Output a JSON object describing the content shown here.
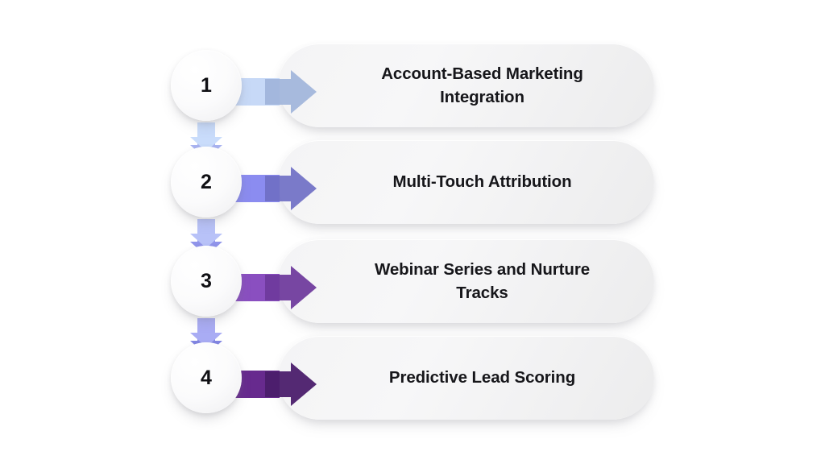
{
  "diagram": {
    "title": "Four-step vertical process flow",
    "background_color": "#ffffff",
    "card_text_color": "#16161a",
    "steps": [
      {
        "number": "1",
        "label": "Account-Based Marketing\nIntegration",
        "arrow_tail_color": "#c7d9f7",
        "arrow_head_color": "#9fb4da",
        "connector_front_color": "#c9dcfb",
        "connector_back_color": "#a9b3f0"
      },
      {
        "number": "2",
        "label": "Multi-Touch Attribution",
        "arrow_tail_color": "#8b8cf0",
        "arrow_head_color": "#6f6fc4",
        "connector_front_color": "#b8c2f8",
        "connector_back_color": "#9094ea"
      },
      {
        "number": "3",
        "label": "Webinar Series and Nurture\nTracks",
        "arrow_tail_color": "#8a4fc0",
        "arrow_head_color": "#6e3a9c",
        "connector_front_color": "#a9acf4",
        "connector_back_color": "#8286e2"
      },
      {
        "number": "4",
        "label": "Predictive Lead Scoring",
        "arrow_tail_color": "#672a8e",
        "arrow_head_color": "#4b1d6b",
        "connector_front_color": "",
        "connector_back_color": ""
      }
    ]
  }
}
